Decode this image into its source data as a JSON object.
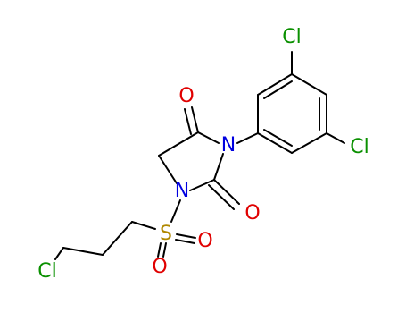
{
  "atoms": {
    "cl_top": {
      "label": "Cl",
      "color": "#0a9000"
    },
    "cl_right": {
      "label": "Cl",
      "color": "#0a9000"
    },
    "o_upper": {
      "label": "O",
      "color": "#e00000"
    },
    "n_upper": {
      "label": "N",
      "color": "#0000e0"
    },
    "n_lower": {
      "label": "N",
      "color": "#0000e0"
    },
    "o_right": {
      "label": "O",
      "color": "#e00000"
    },
    "s": {
      "label": "S",
      "color": "#b08800"
    },
    "o_sulfonyl_right": {
      "label": "O",
      "color": "#e00000"
    },
    "o_sulfonyl_bottom": {
      "label": "O",
      "color": "#e00000"
    },
    "cl_left": {
      "label": "Cl",
      "color": "#0a9000"
    }
  }
}
